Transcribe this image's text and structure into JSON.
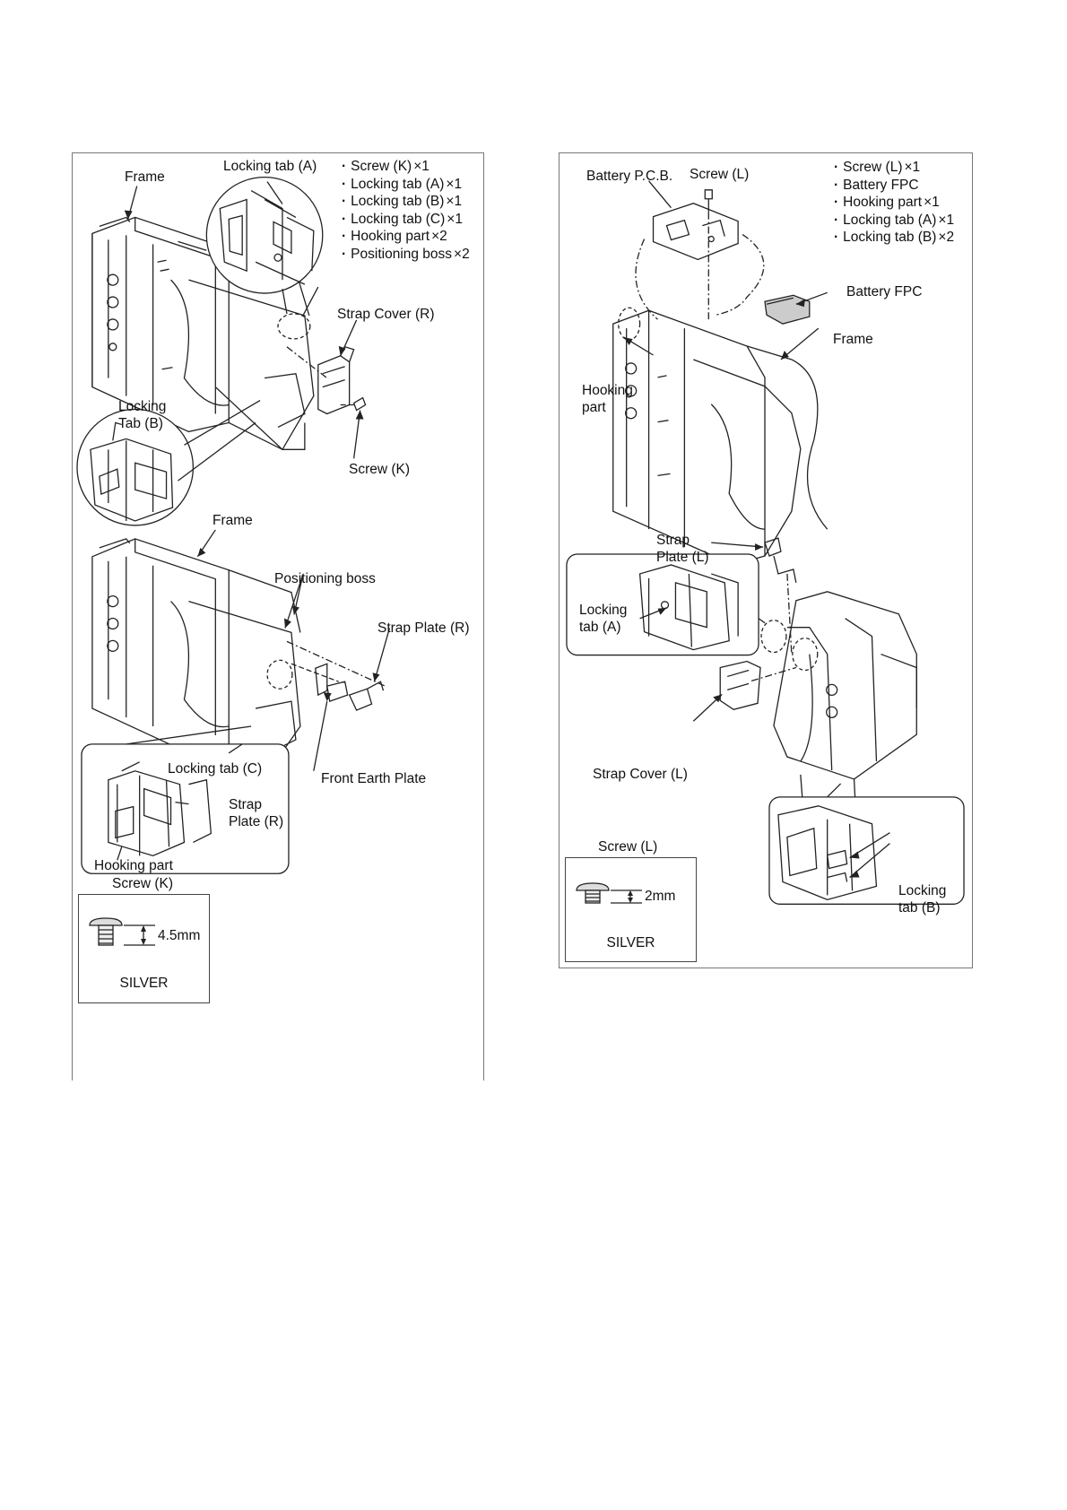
{
  "left_panel": {
    "requirements": [
      {
        "part": "Screw (K)",
        "count": "×1"
      },
      {
        "part": "Locking tab (A)",
        "count": "×1"
      },
      {
        "part": "Locking tab (B)",
        "count": "×1"
      },
      {
        "part": "Locking tab (C)",
        "count": "×1"
      },
      {
        "part": "Hooking part",
        "count": "×2"
      },
      {
        "part": "Positioning boss",
        "count": "×2"
      }
    ],
    "labels": {
      "frame_top": "Frame",
      "locking_tab_a": "Locking tab (A)",
      "strap_cover_r": "Strap Cover (R)",
      "locking_tab_b": "Locking Tab (B)",
      "screw_k": "Screw (K)",
      "frame_bottom": "Frame",
      "positioning_boss": "Positioning boss",
      "strap_plate_r": "Strap Plate (R)",
      "locking_tab_c": "Locking tab (C)",
      "strap_plate_r_inset": "Strap Plate (R)",
      "front_earth_plate": "Front Earth Plate",
      "hooking_part": "Hooking part"
    },
    "screw_spec": {
      "title": "Screw (K)",
      "length": "4.5mm",
      "finish": "SILVER"
    }
  },
  "right_panel": {
    "requirements": [
      {
        "part": "Screw (L)",
        "count": "×1"
      },
      {
        "part": "Battery FPC",
        "count": ""
      },
      {
        "part": "Hooking part",
        "count": "×1"
      },
      {
        "part": "Locking tab (A)",
        "count": "×1"
      },
      {
        "part": "Locking tab (B)",
        "count": "×2"
      }
    ],
    "labels": {
      "battery_pcb": "Battery P.C.B.",
      "screw_l": "Screw (L)",
      "battery_fpc": "Battery FPC",
      "frame": "Frame",
      "hooking_part": "Hooking part",
      "strap_plate_l": "Strap Plate (L)",
      "locking_tab_a": "Locking tab (A)",
      "strap_cover_l": "Strap Cover (L)",
      "locking_tab_b": "Locking tab (B)"
    },
    "screw_spec": {
      "title": "Screw (L)",
      "length": "2mm",
      "finish": "SILVER"
    }
  }
}
